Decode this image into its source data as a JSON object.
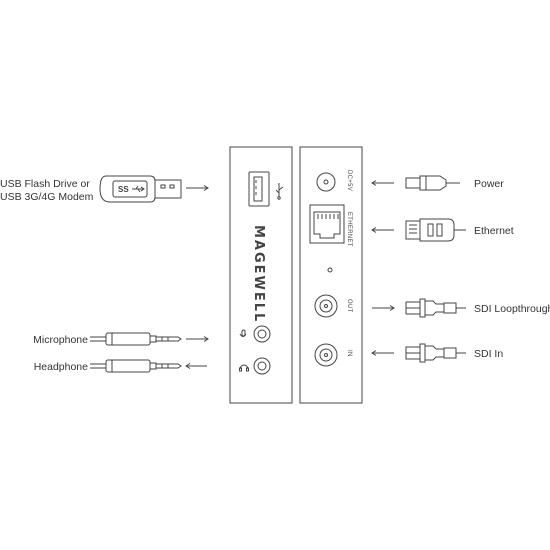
{
  "left_labels": {
    "usb_line1": "USB Flash Drive or",
    "usb_line2": "USB 3G/4G Modem",
    "microphone": "Microphone",
    "headphone": "Headphone"
  },
  "right_labels": {
    "power": "Power",
    "ethernet": "Ethernet",
    "sdi_loopthrough": "SDI Loopthrough",
    "sdi_in": "SDI In"
  },
  "port_labels": {
    "dc": "DC+5V",
    "ethernet": "ETHERNET",
    "out": "OUT",
    "in": "IN"
  },
  "brand": "MAGEWELL",
  "usb_stick_text": "SS",
  "icons": [
    "usb-stick",
    "audio-plug",
    "power-plug",
    "ethernet-plug",
    "bnc-connector",
    "usb-symbol",
    "microphone-symbol",
    "headphone-symbol"
  ],
  "colors": {
    "line": "#444444",
    "fill": "#ffffff",
    "text": "#333333"
  }
}
